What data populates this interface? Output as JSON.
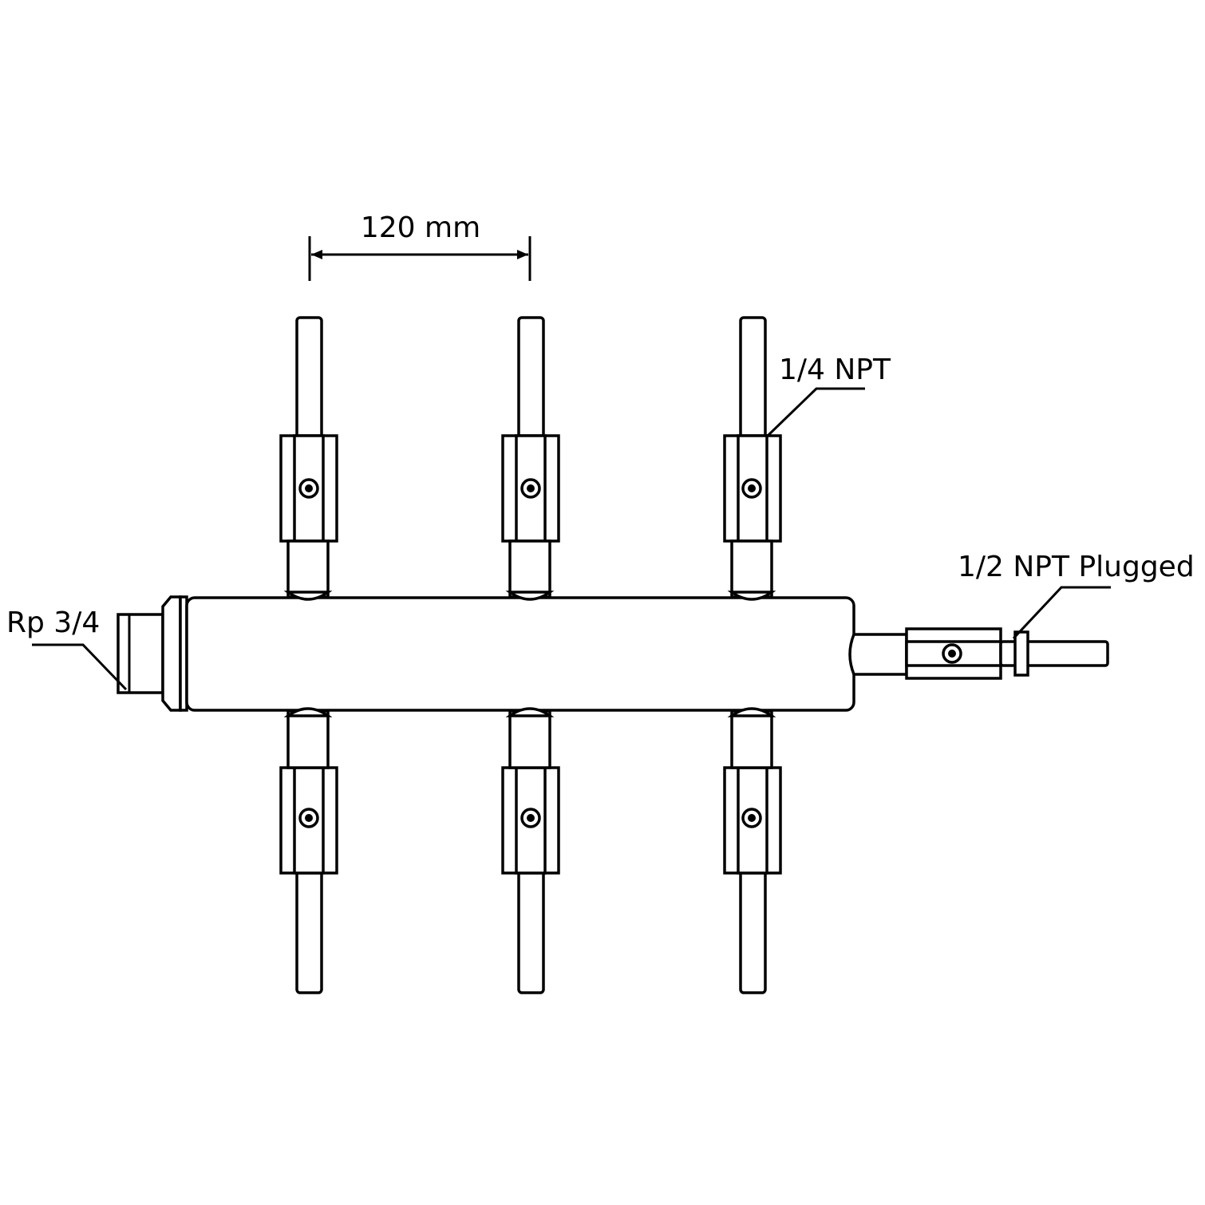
{
  "labels": {
    "spacing": "120 mm",
    "outlet_thread": "1/4 NPT",
    "end_plug": "1/2 NPT Plugged",
    "inlet_thread": "Rp 3/4"
  }
}
